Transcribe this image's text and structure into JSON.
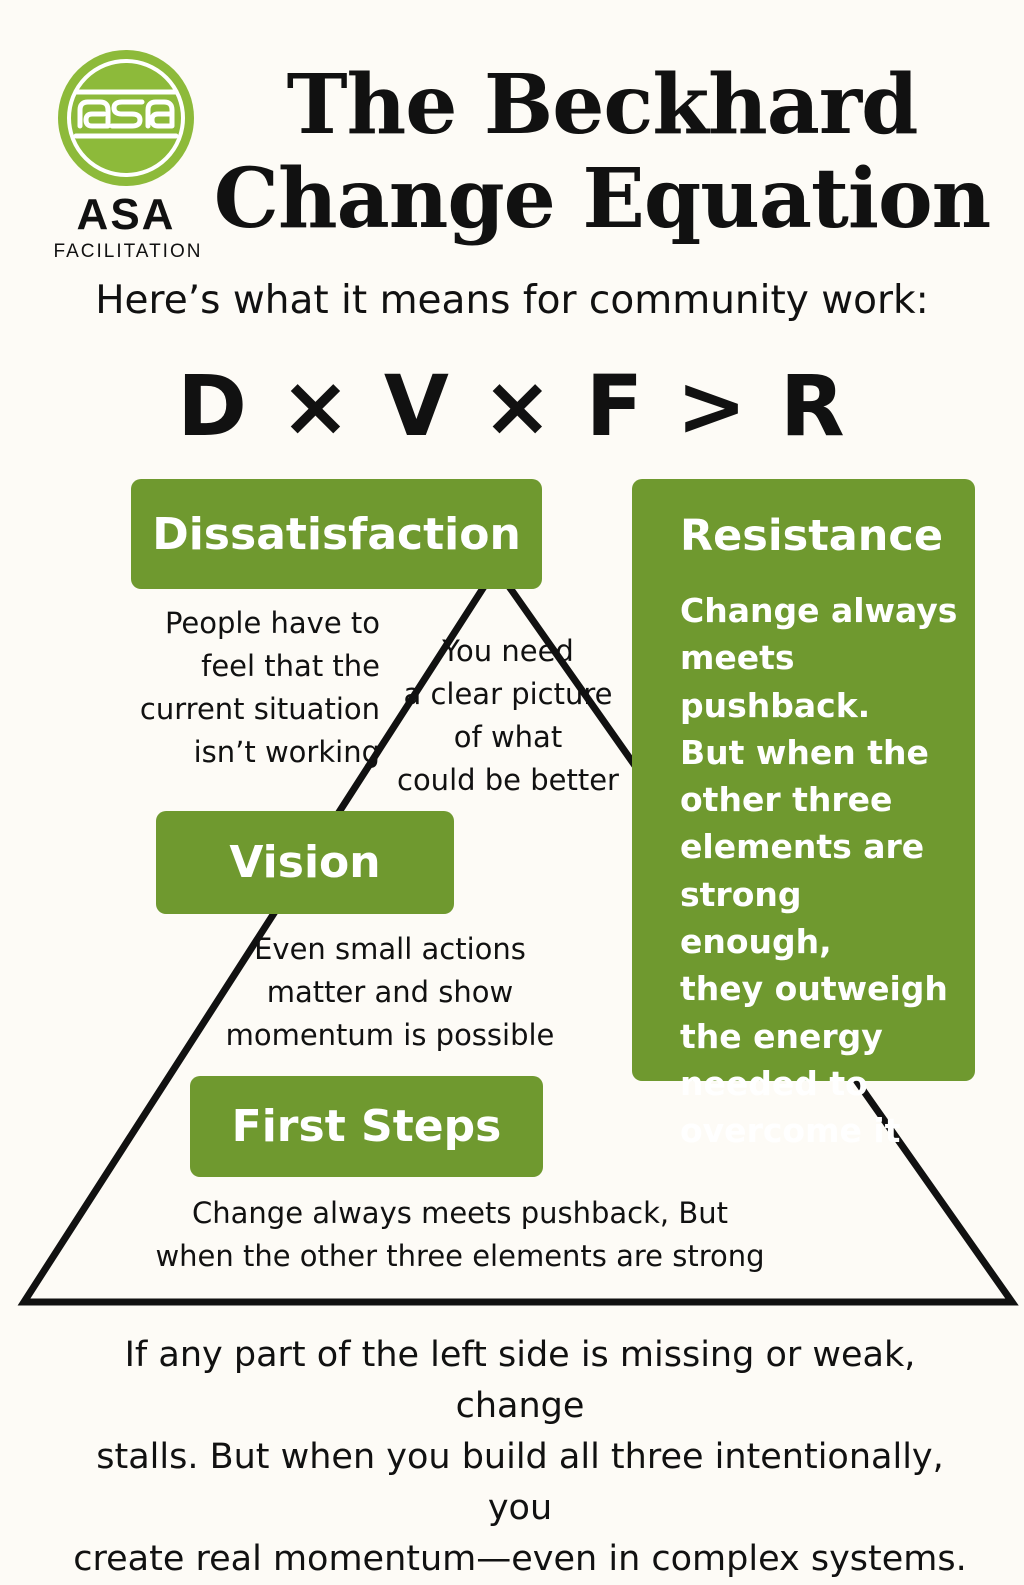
{
  "logo": {
    "name": "ASA",
    "tagline": "FACILITATION",
    "brand_color": "#8dba3a"
  },
  "title": "The Beckhard\nChange Equation",
  "subtitle": "Here’s what it means for community work:",
  "equation": "D × V × F > R",
  "accent_color": "#6f992f",
  "elements": {
    "dissatisfaction": {
      "label": "Dissatisfaction",
      "description": "People have to\nfeel that the\ncurrent situation\nisn’t working"
    },
    "vision": {
      "label": "Vision",
      "description": "You need\na clear picture\nof what\ncould be better"
    },
    "first_steps": {
      "label": "First Steps",
      "description": "Even small actions\nmatter and show\nmomentum is possible"
    },
    "resistance": {
      "label": "Resistance",
      "description": "Change always\nmeets pushback.\nBut when the\nother three\nelements are\nstrong enough,\nthey outweigh\nthe energy\nneeded to\novercome it",
      "summary": "Change always meets pushback, But\nwhen the other three elements are strong"
    }
  },
  "footer": "If any part of the left side is missing or weak, change\nstalls. But when you build all three intentionally, you\ncreate real momentum—even in complex systems."
}
